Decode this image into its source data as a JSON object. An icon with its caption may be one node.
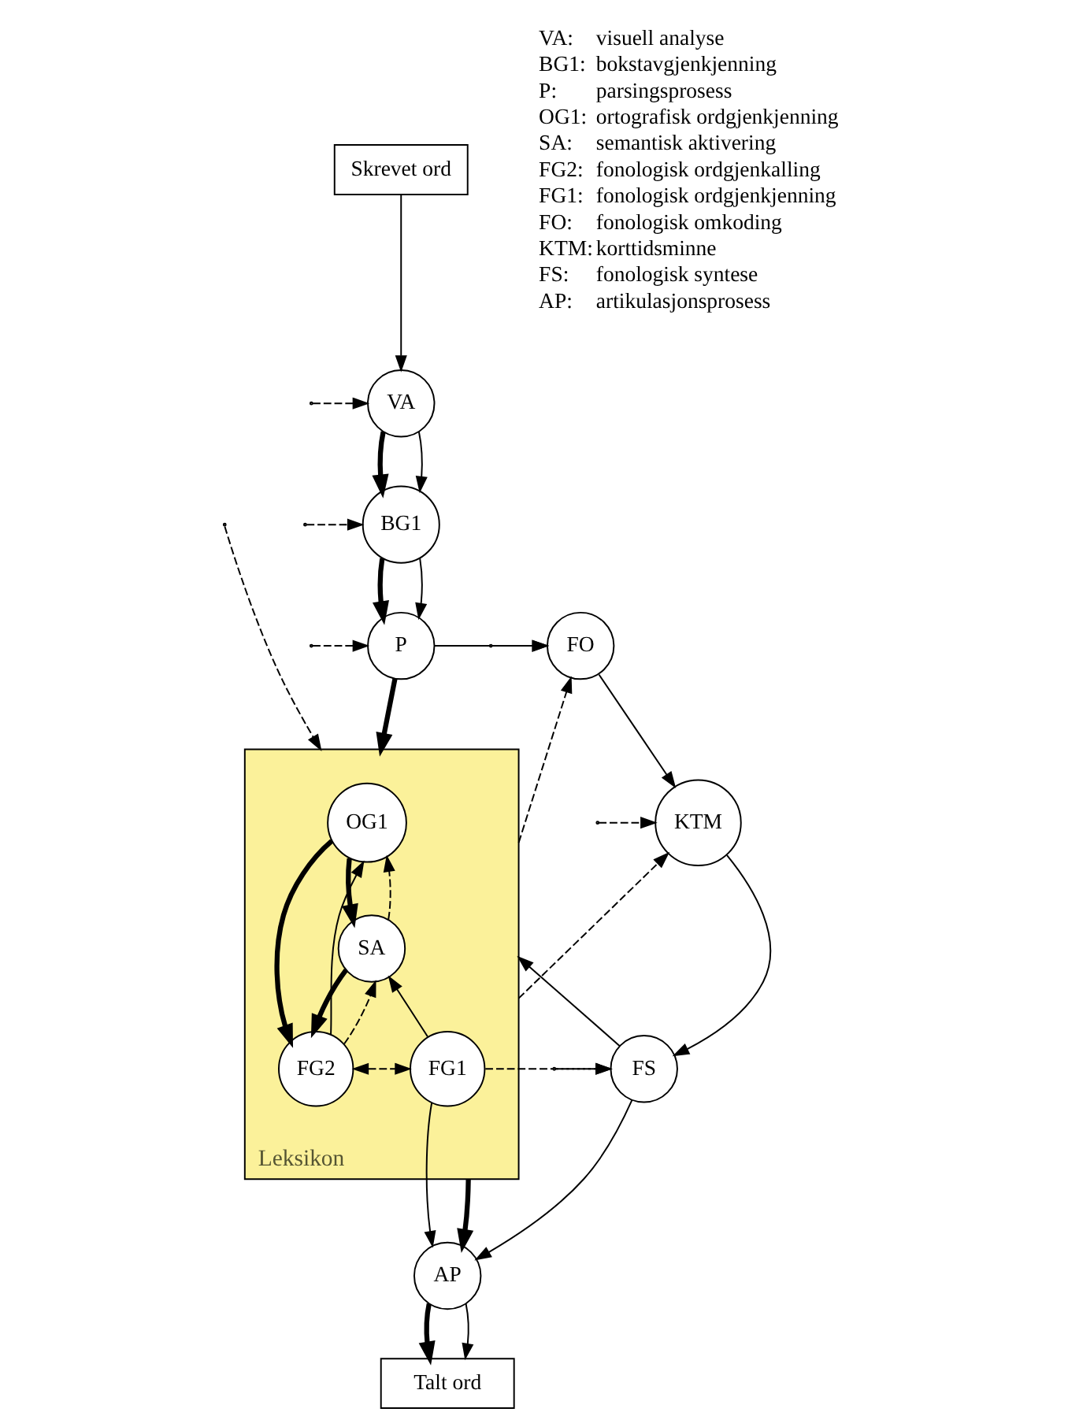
{
  "diagram": {
    "nodes": [
      {
        "text": [
          "Skrevet ord"
        ]
      },
      {
        "text": [
          "VA"
        ]
      },
      {
        "text": [
          "BG1"
        ]
      },
      {
        "text": [
          "P"
        ]
      },
      {
        "text": [
          "FO"
        ]
      },
      {
        "text": [
          "Leksikon"
        ]
      },
      {
        "text": [
          "OG1"
        ],
        "in": 5
      },
      {
        "text": [
          "SA"
        ],
        "in": 5
      },
      {
        "text": [
          "FG2"
        ],
        "in": 5
      },
      {
        "text": [
          "FG1"
        ],
        "in": 5
      },
      {
        "text": [
          "KTM"
        ]
      },
      {
        "text": [
          "FS"
        ]
      },
      {
        "text": [
          "AP"
        ]
      },
      {
        "text": [
          "Talt ord"
        ]
      }
    ],
    "edges": [
      {
        "from": 0,
        "to": 1,
        "arrow": "to"
      },
      {
        "from": 1,
        "to": 2,
        "arrow": "to",
        "style": "thick"
      },
      {
        "from": 1,
        "to": 2,
        "arrow": "to"
      },
      {
        "from": 2,
        "to": 3,
        "arrow": "to",
        "style": "thick"
      },
      {
        "from": 2,
        "to": 3,
        "arrow": "to"
      },
      {
        "from": null,
        "to": 1,
        "arrow": "to",
        "style": "dashed"
      },
      {
        "from": null,
        "to": 2,
        "arrow": "to",
        "style": "dashed"
      },
      {
        "from": null,
        "to": 3,
        "arrow": "to",
        "style": "dashed"
      },
      {
        "from": null,
        "to": 5,
        "arrow": "to",
        "style": "dashed"
      },
      {
        "from": 3,
        "to": 4,
        "arrow": "to"
      },
      {
        "from": 3,
        "to": 5,
        "arrow": "to",
        "style": "thick"
      },
      {
        "from": 6,
        "to": 7,
        "arrow": "to",
        "style": "thick"
      },
      {
        "from": 7,
        "to": 6,
        "arrow": "to",
        "style": "dashed"
      },
      {
        "from": 6,
        "to": 8,
        "arrow": "to",
        "style": "thick"
      },
      {
        "from": 8,
        "to": 6,
        "arrow": "to"
      },
      {
        "from": 7,
        "to": 8,
        "arrow": "to",
        "style": "thick"
      },
      {
        "from": 8,
        "to": 7,
        "arrow": "to",
        "style": "dashed"
      },
      {
        "from": 9,
        "to": 7,
        "arrow": "to"
      },
      {
        "from": 8,
        "to": 9,
        "arrow": "both",
        "style": "dashed"
      },
      {
        "from": 5,
        "to": 4,
        "arrow": "to",
        "style": "dashed"
      },
      {
        "from": 5,
        "to": 10,
        "arrow": "to",
        "style": "dashed"
      },
      {
        "from": 9,
        "to": 11,
        "arrow": "to",
        "style": "dashed"
      },
      {
        "from": 4,
        "to": 10,
        "arrow": "to"
      },
      {
        "from": 10,
        "to": 11,
        "arrow": "to"
      },
      {
        "from": null,
        "to": 4,
        "arrow": "to",
        "style": "dashed"
      },
      {
        "from": null,
        "to": 10,
        "arrow": "to",
        "style": "dashed"
      },
      {
        "from": null,
        "to": 11,
        "arrow": "to",
        "style": "dashed"
      },
      {
        "from": 11,
        "to": 5,
        "arrow": "to"
      },
      {
        "from": 9,
        "to": 12,
        "arrow": "to"
      },
      {
        "from": 5,
        "to": 12,
        "arrow": "to",
        "style": "thick"
      },
      {
        "from": 11,
        "to": 12,
        "arrow": "to"
      },
      {
        "from": 12,
        "to": 13,
        "arrow": "to",
        "style": "thick"
      },
      {
        "from": 12,
        "to": 13,
        "arrow": "to"
      }
    ],
    "labels": [
      "VA:",
      "visuell analyse",
      "BG1:",
      "bokstavgjenkjenning",
      "P:",
      "parsingsprosess",
      "OG1:",
      "ortografisk ordgjenkjenning",
      "SA:",
      "semantisk aktivering",
      "FG2:",
      "fonologisk ordgjenkalling",
      "FG1:",
      "fonologisk ordgjenkjenning",
      "FO:",
      "fonologisk omkoding",
      "KTM:",
      "korttidsminne",
      "FS:",
      "fonologisk syntese",
      "AP:",
      "artikulasjonsprosess"
    ]
  }
}
